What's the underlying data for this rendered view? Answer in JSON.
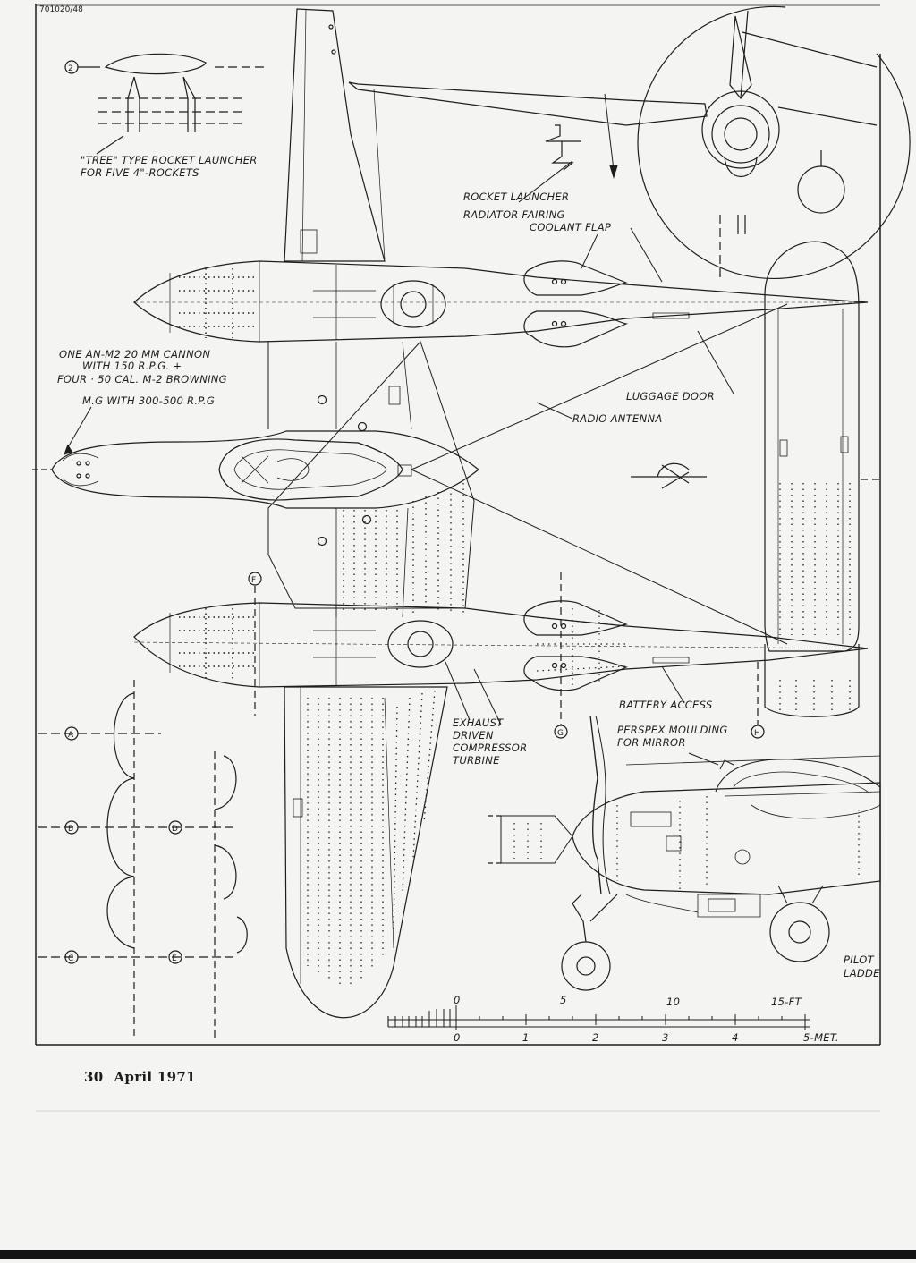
{
  "ref_number": "701020/48",
  "labels": {
    "rocket_tree": [
      "\"TREE\" TYPE ROCKET LAUNCHER",
      "FOR FIVE 4\"-ROCKETS"
    ],
    "rocket_launcher": "ROCKET LAUNCHER",
    "radiator_fairing": "RADIATOR FAIRING",
    "coolant_flap": "COOLANT FLAP",
    "armament": [
      "ONE AN-M2 20 MM CANNON",
      "WITH 150 R.P.G. +",
      "FOUR · 50 CAL. M-2 BROWNING",
      "M.G WITH 300-500 R.P.G"
    ],
    "luggage_door": "LUGGAGE DOOR",
    "radio_antenna": "RADIO ANTENNA",
    "battery_access": "BATTERY ACCESS",
    "exhaust": [
      "EXHAUST",
      "DRIVEN",
      "COMPRESSOR",
      "TURBINE"
    ],
    "perspex": [
      "PERSPEX MOULDING",
      "FOR MIRROR"
    ],
    "pilot": [
      "PILOT",
      "LADDE"
    ]
  },
  "stations": {
    "two": "2",
    "a": "A",
    "b": "B",
    "c": "C",
    "d": "D",
    "e": "E",
    "f": "F",
    "g": "G",
    "h": "H"
  },
  "scale": {
    "ft": [
      "0",
      "5",
      "10",
      "15-FT"
    ],
    "met": [
      "0",
      "1",
      "2",
      "3",
      "4",
      "5-MET."
    ]
  },
  "footer": {
    "page": "30",
    "date": "April 1971"
  }
}
